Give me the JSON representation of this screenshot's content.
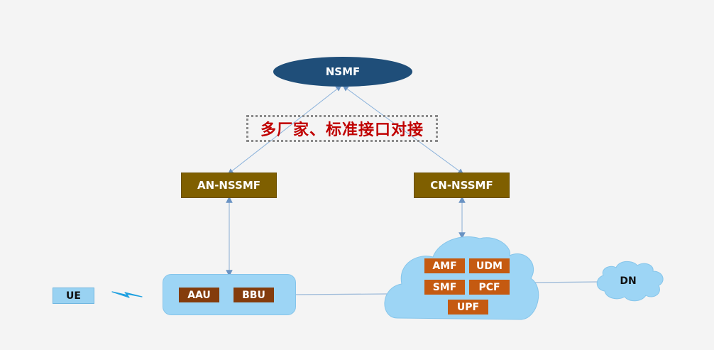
{
  "diagram": {
    "top_node": {
      "label": "NSMF",
      "color": "#1f4e79"
    },
    "annotation": {
      "label": "多厂家、标准接口对接",
      "color": "#c00000"
    },
    "managers": [
      {
        "id": "an",
        "label": "AN-NSSMF",
        "color": "#7f5f00"
      },
      {
        "id": "cn",
        "label": "CN-NSSMF",
        "color": "#7f5f00"
      }
    ],
    "ue": {
      "label": "UE",
      "color": "#99d2f2"
    },
    "ran": {
      "units": [
        {
          "label": "AAU"
        },
        {
          "label": "BBU"
        }
      ],
      "color": "#9dd5f5",
      "unit_color": "#843c0c"
    },
    "core": {
      "functions": [
        {
          "label": "AMF"
        },
        {
          "label": "UDM"
        },
        {
          "label": "SMF"
        },
        {
          "label": "PCF"
        },
        {
          "label": "UPF"
        }
      ],
      "cloud_color": "#9dd5f5",
      "function_color": "#c55a11"
    },
    "dn": {
      "label": "DN"
    },
    "link_color": "#7fa9d4",
    "wireless_icon": "lightning-bolt"
  }
}
